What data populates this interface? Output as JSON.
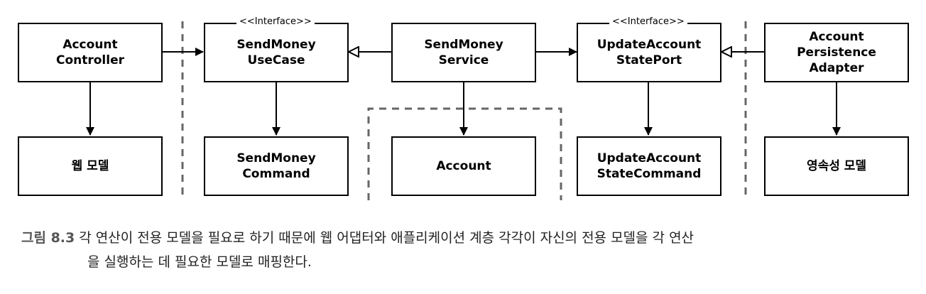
{
  "diagram": {
    "stereotype": "<<Interface>>",
    "boxes": {
      "account_controller": "Account\nController",
      "send_money_use_case": "SendMoney\nUseCase",
      "send_money_service": "SendMoney\nService",
      "update_account_state_port": "UpdateAccount\nStatePort",
      "account_persistence_adapter": "Account\nPersistence\nAdapter",
      "web_model": "웹 모델",
      "send_money_command": "SendMoney\nCommand",
      "account": "Account",
      "update_account_state_command": "UpdateAccount\nStateCommand",
      "persistence_model": "영속성 모델"
    }
  },
  "caption": {
    "label": "그림 8.3",
    "line1": " 각 연산이 전용 모델을 필요로 하기 때문에 웹 어댑터와 애플리케이션 계층 각각이 자신의 전용 모델을 각 연산",
    "line2": "을 실행하는 데 필요한 모델로 매핑한다."
  }
}
